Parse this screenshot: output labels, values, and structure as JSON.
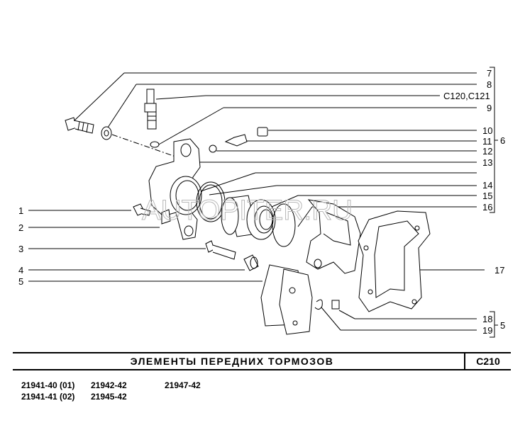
{
  "callouts": {
    "c1": "1",
    "c2": "2",
    "c3": "3",
    "c4": "4",
    "c5": "5",
    "c7": "7",
    "c8": "8",
    "c_c120": "C120,C121",
    "c9": "9",
    "c10": "10",
    "c11": "11",
    "c6": "6",
    "c12": "12",
    "c13": "13",
    "c14": "14",
    "c15": "15",
    "c16": "16",
    "c17": "17",
    "c18": "18",
    "c19": "19",
    "c5b": "5"
  },
  "watermark": "AUTOPITER.RU",
  "title": "ЭЛЕМЕНТЫ   ПЕРЕДНИХ   ТОРМОЗОВ",
  "code": "C210",
  "models": {
    "m1": "21941-40 (01)",
    "m2": "21941-41 (02)",
    "m3": "21942-42",
    "m4": "21945-42",
    "m5": "21947-42"
  }
}
